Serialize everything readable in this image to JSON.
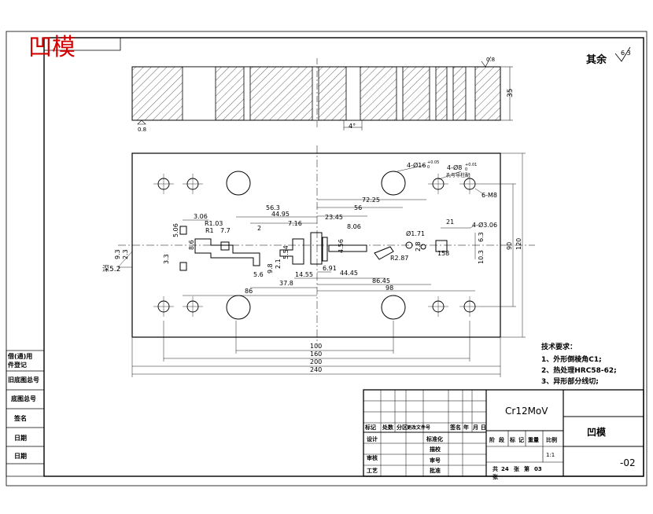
{
  "title_stamp": "凹模",
  "roughness_note": "其余",
  "roughness_value": "6.3",
  "section_view": {
    "roughness_top": "0.8",
    "roughness_bottom": "0.8",
    "height_dim": "35",
    "angle_dim": "4°"
  },
  "plan_view": {
    "top_callouts": [
      "4-Ø16",
      "4-Ø8",
      "6-M8",
      "4-Ø3.06"
    ],
    "tolerance_small": [
      "+0.05",
      "0",
      "+0.01",
      "0"
    ],
    "callout_note": "孔与导柱配",
    "horizontal_dims": [
      "3.06",
      "56.3",
      "44.95",
      "23.45",
      "56",
      "72.25",
      "21",
      "8.06",
      "7.16",
      "R1.03",
      "R1",
      "2",
      "7.7"
    ],
    "lower_dims": [
      "14.55",
      "6.91",
      "44.45",
      "86.45",
      "37.8",
      "86",
      "98"
    ],
    "misc_dims": [
      "Ø1.71",
      "R2.87",
      "158",
      "10.3",
      "6.3",
      "5.06",
      "5.6",
      "2.8",
      "4.56",
      "9.8",
      "5.54",
      "2.1",
      "9.3",
      "2.3",
      "3.3",
      "8.6"
    ],
    "side_dims": [
      "90",
      "120"
    ],
    "depth_note": "深5.2",
    "bottom_dims": [
      "100",
      "160",
      "200",
      "240"
    ]
  },
  "tech_requirements": {
    "heading": "技术要求：",
    "items": [
      "1、外形倒棱角C1;",
      "2、热处理HRC58-62;",
      "3、异形部分线切;"
    ]
  },
  "left_strip": [
    "借(通)用",
    "件登记",
    "旧底图总号",
    "底图总号",
    "签名",
    "日期",
    "日期"
  ],
  "title_block": {
    "material": "Cr12MoV",
    "part_name": "凹模",
    "drawing_no": "-02",
    "scale": "1:1",
    "header_row": [
      "标记",
      "处数",
      "分区",
      "更改文件号",
      "签名",
      "年",
      "月",
      "日"
    ],
    "row_labels_left": [
      "设计",
      "审核",
      "工艺"
    ],
    "row_labels_mid": [
      "标准化",
      "描校",
      "审号",
      "批准"
    ],
    "stage_row": [
      "阶",
      "段",
      "标",
      "记",
      "重量",
      "比例"
    ],
    "sheet_info": [
      "共",
      "24",
      "张",
      "第",
      "03",
      "张"
    ]
  },
  "colors": {
    "stamp": "#d40000",
    "line": "#000000",
    "hatch": "#000000"
  }
}
